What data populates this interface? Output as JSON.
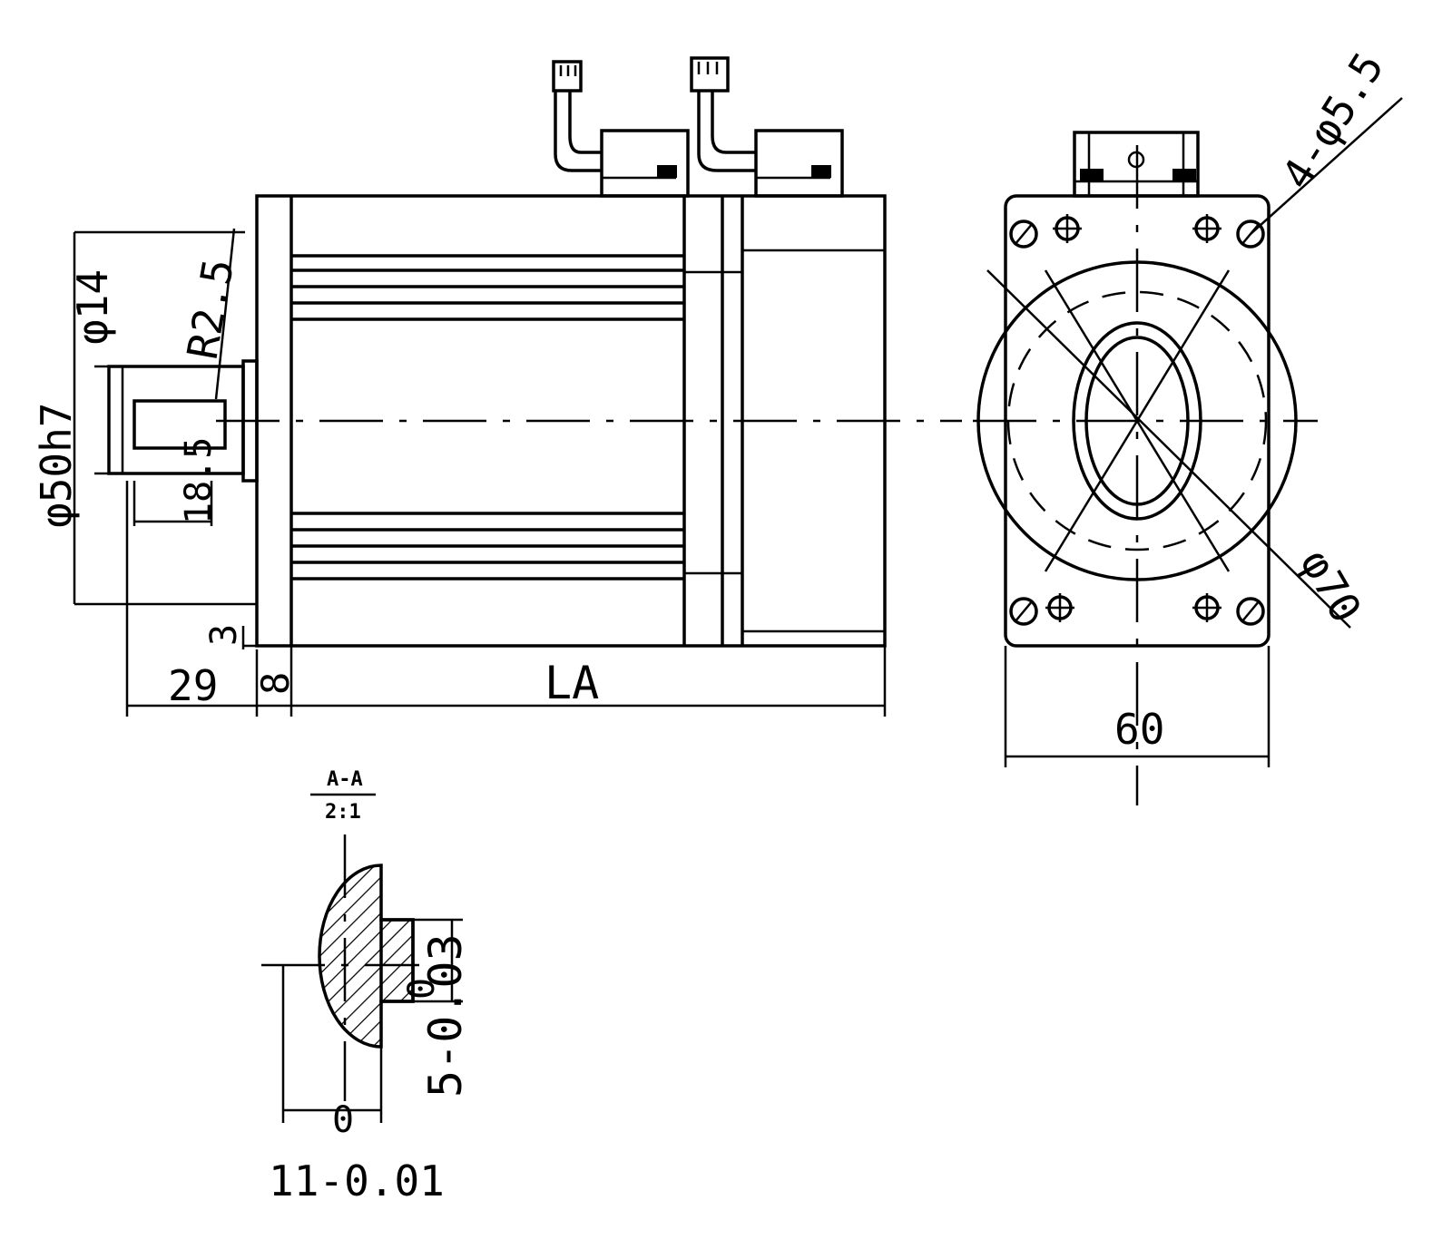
{
  "labels": {
    "shaft_dia": "φ14",
    "pilot_dia": "φ50h7",
    "fillet": "R2.5",
    "key_len": "18.5",
    "step": "3",
    "shaft_len": "29",
    "flange_thk": "8",
    "body_len": "LA",
    "holes": "4-φ5.5",
    "pcd": "φ70",
    "square": "60",
    "section_name": "A-A",
    "section_scale": "2:1",
    "key_width": "5-0.03",
    "key_depth": "11-0.01",
    "zero_top": "0",
    "zero_bottom": "0"
  }
}
